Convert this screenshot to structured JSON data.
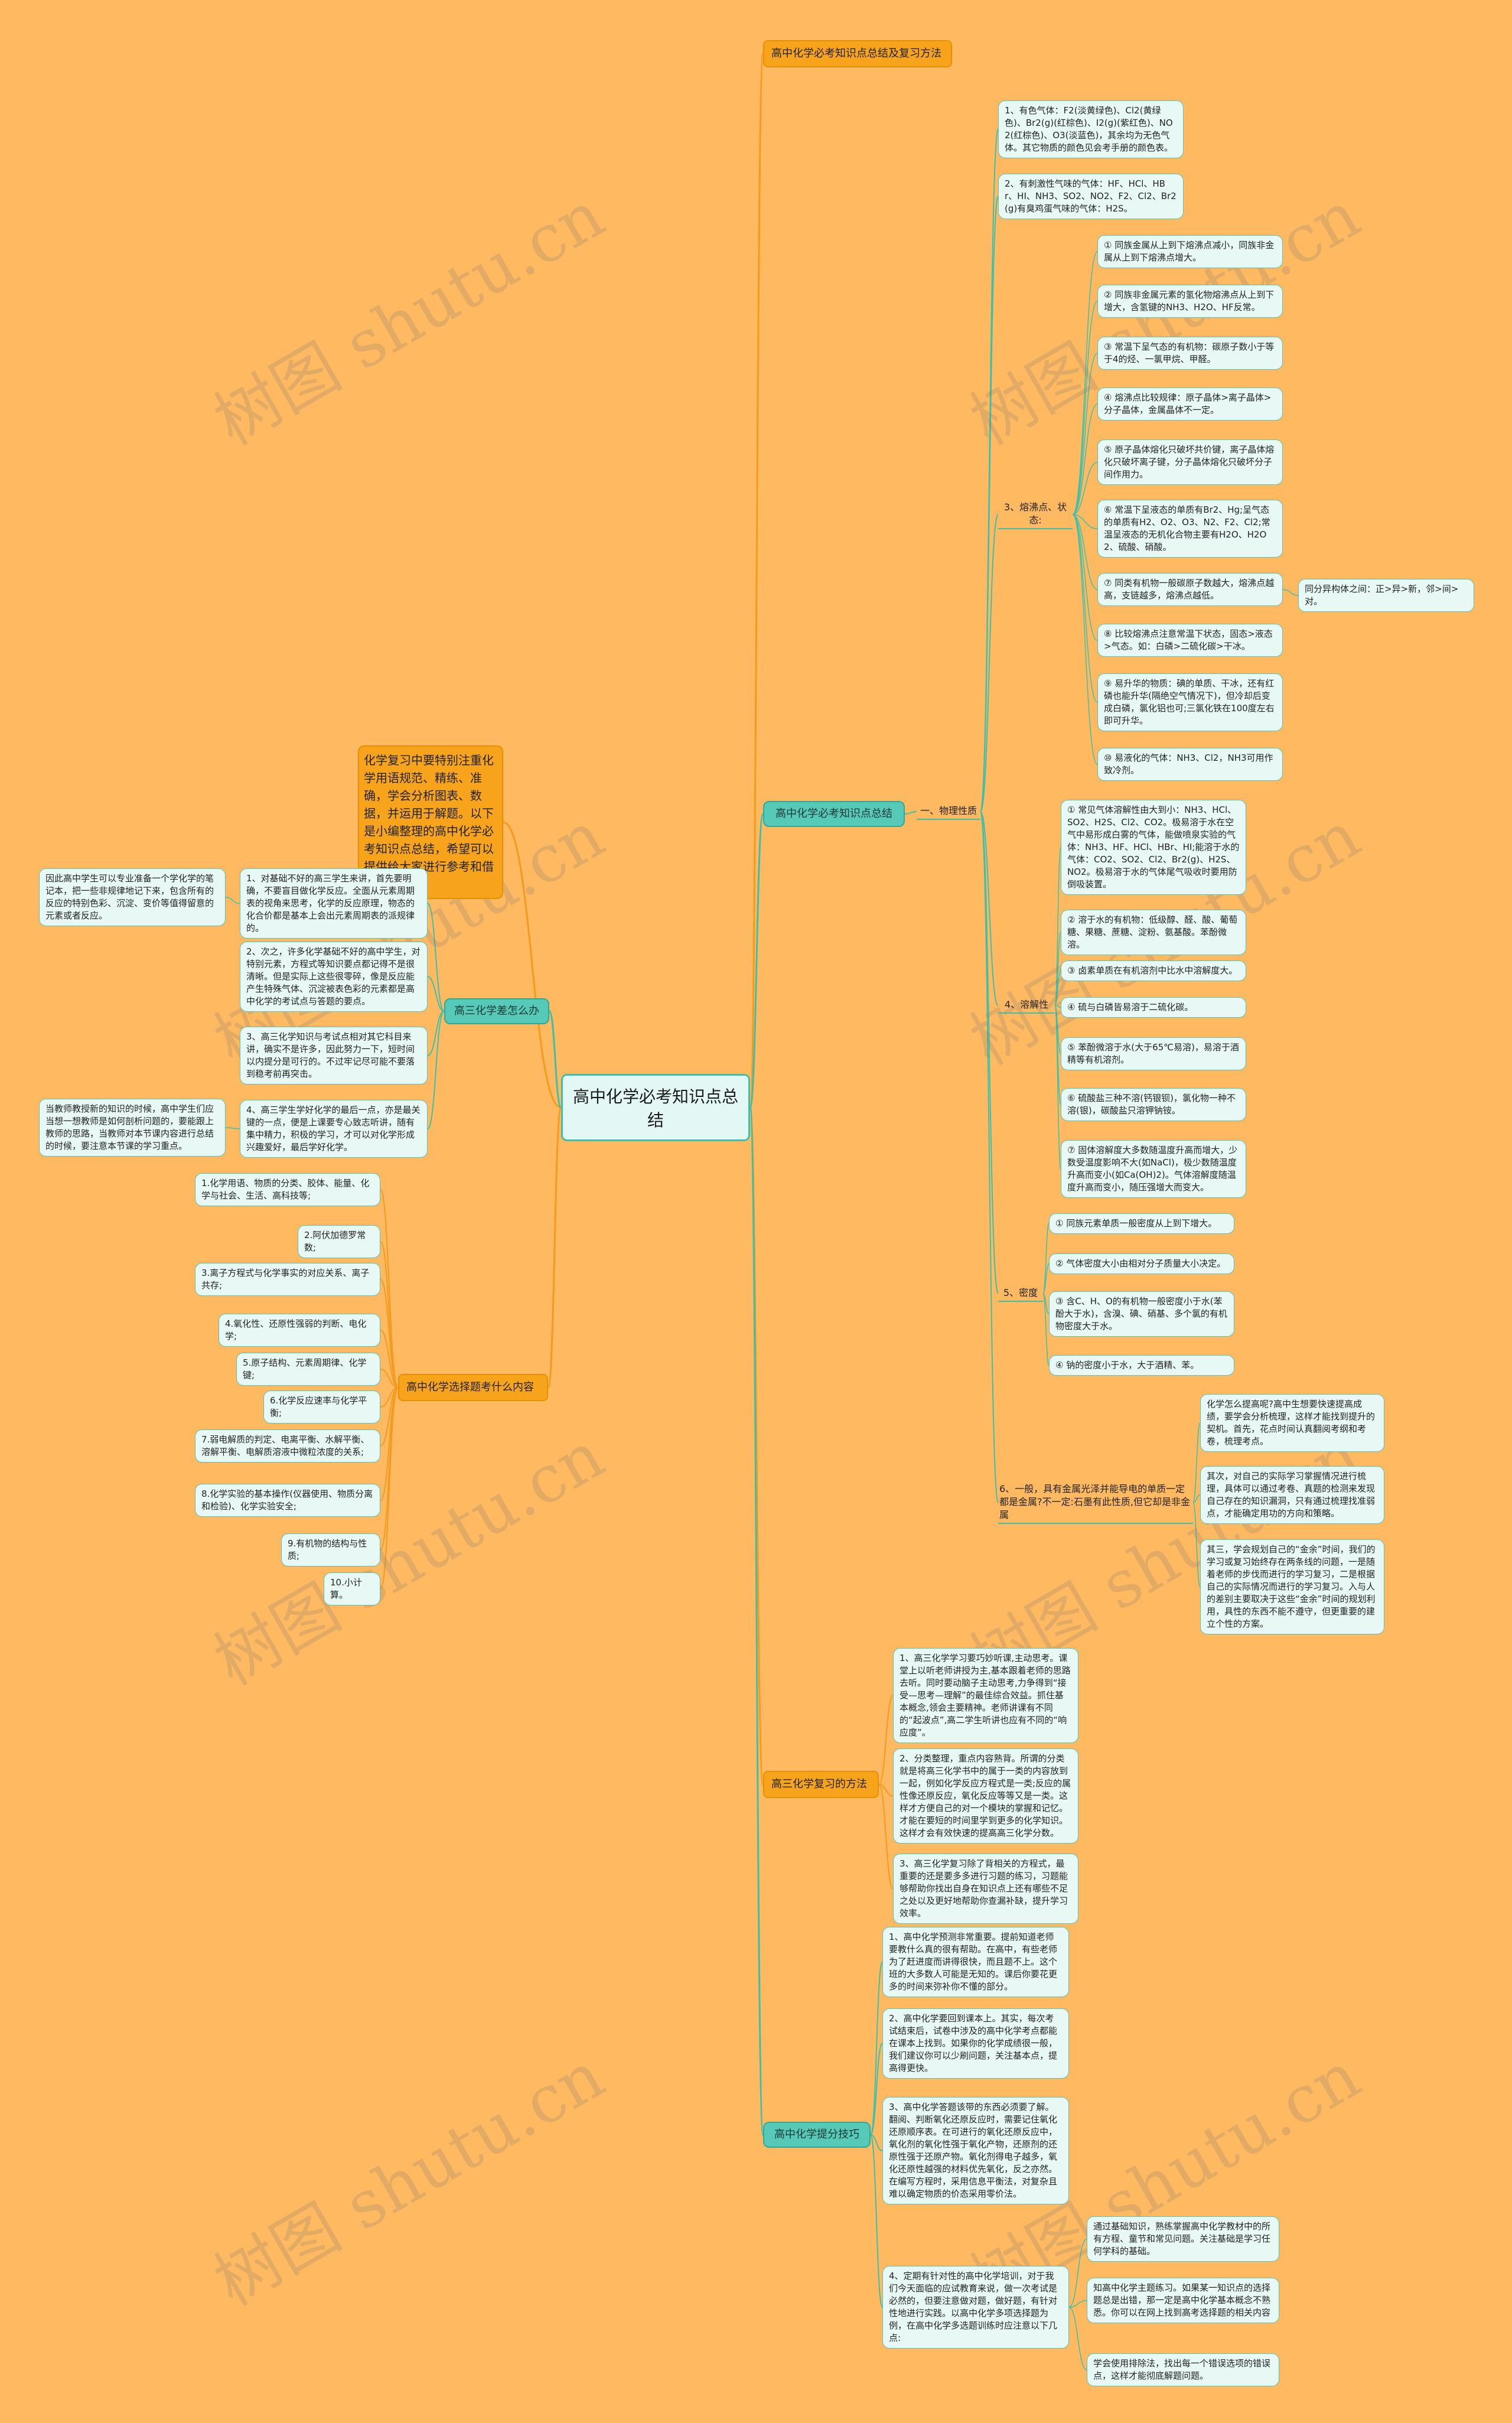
{
  "watermark_text": "树图 shutu.cn",
  "colors": {
    "background": "#ffba61",
    "teal_line": "#3fbfa9",
    "orange_line": "#f59a1d",
    "teal_node": "#56c9b8",
    "orange_node": "#f7a41c"
  },
  "root": {
    "label": "高中化学必考知识点总结"
  },
  "intro": "化学复习中要特别注重化学用语规范、精练、准确，学会分析图表、数据，并运用于解题。以下是小编整理的高中化学必考知识点总结，希望可以提供给大家进行参考和借鉴。",
  "right_branches": {
    "title": "高中化学必考知识点总结及复习方法",
    "knowledge": {
      "label": "高中化学必考知识点总结",
      "physical": "一、物理性质",
      "items": {
        "color": "1、有色气体：F2(淡黄绿色)、Cl2(黄绿色)、Br2(g)(红棕色)、I2(g)(紫红色)、NO2(红棕色)、O3(淡蓝色)，其余均为无色气体。其它物质的颜色见会考手册的颜色表。",
        "smell": "2、有刺激性气味的气体：HF、HCl、HBr、HI、NH3、SO2、NO2、F2、Cl2、Br2(g)有臭鸡蛋气味的气体：H2S。",
        "melting": {
          "label": "3、熔沸点、状态:",
          "subs": [
            "① 同族金属从上到下熔沸点减小，同族非金属从上到下熔沸点增大。",
            "② 同族非金属元素的氢化物熔沸点从上到下增大，含氢键的NH3、H2O、HF反常。",
            "③ 常温下呈气态的有机物：碳原子数小于等于4的烃、一氯甲烷、甲醛。",
            "④ 熔沸点比较规律：原子晶体>离子晶体>分子晶体，金属晶体不一定。",
            "⑤ 原子晶体熔化只破坏共价键，离子晶体熔化只破坏离子键，分子晶体熔化只破坏分子间作用力。",
            "⑥ 常温下呈液态的单质有Br2、Hg;呈气态的单质有H2、O2、O3、N2、F2、Cl2;常温呈液态的无机化合物主要有H2O、H2O2、硫酸、硝酸。",
            "⑦ 同类有机物一般碳原子数越大，熔沸点越高，支链越多，熔沸点越低。",
            "⑧ 比较熔沸点注意常温下状态，固态>液态>气态。如：白磷>二硫化碳>干冰。",
            "⑨ 易升华的物质：碘的单质、干冰，还有红磷也能升华(隔绝空气情况下)，但冷却后变成白磷，氯化铝也可;三氯化铁在100度左右即可升华。",
            "⑩ 易液化的气体：NH3、Cl2，NH3可用作致冷剂。"
          ],
          "isomer": "同分异构体之间：正>异>新，邻>间>对。"
        },
        "solubility": {
          "label": "4、溶解性",
          "subs": [
            "① 常见气体溶解性由大到小：NH3、HCl、SO2、H2S、Cl2、CO2。极易溶于水在空气中易形成白雾的气体，能做喷泉实验的气体：NH3、HF、HCl、HBr、HI;能溶于水的气体：CO2、SO2、Cl2、Br2(g)、H2S、NO2。极易溶于水的气体尾气吸收时要用防倒吸装置。",
            "② 溶于水的有机物：低级醇、醛、酸、葡萄糖、果糖、蔗糖、淀粉、氨基酸。苯酚微溶。",
            "③ 卤素单质在有机溶剂中比水中溶解度大。",
            "④ 硫与白磷皆易溶于二硫化碳。",
            "⑤ 苯酚微溶于水(大于65℃易溶)，易溶于酒精等有机溶剂。",
            "⑥ 硫酸盐三种不溶(钙银钡)，氯化物一种不溶(银)，碳酸盐只溶钾钠铵。",
            "⑦ 固体溶解度大多数随温度升高而增大，少数受温度影响不大(如NaCl)，极少数随温度升高而变小(如Ca(OH)2)。气体溶解度随温度升高而变小，随压强增大而变大。"
          ]
        },
        "density": {
          "label": "5、密度",
          "subs": [
            "① 同族元素单质一般密度从上到下增大。",
            "② 气体密度大小由相对分子质量大小决定。",
            "③ 含C、H、O的有机物一般密度小于水(苯酚大于水)，含溴、碘、硝基、多个氯的有机物密度大于水。",
            "④ 钠的密度小于水，大于酒精、苯。"
          ]
        },
        "metal": {
          "label": "6、一般，具有金属光泽并能导电的单质一定都是金属?不一定:石墨有此性质,但它却是非金属",
          "subs": [
            "化学怎么提高呢?高中生想要快速提高成绩，要学会分析梳理，这样才能找到提升的契机。首先，花点时间认真翻阅考纲和考卷，梳理考点。",
            "其次，对自己的实际学习掌握情况进行梳理，具体可以通过考卷、真题的检测来发现自己存在的知识漏洞，只有通过梳理找准弱点，才能确定用功的方向和策略。",
            "其三，学会规划自己的“金余”时间，我们的学习或复习始终存在两条线的问题，一是随着老师的步伐而进行的学习复习，二是根据自己的实际情况而进行的学习复习。入与人的差别主要取决于这些“金余”时间的规划利用，具性的东西不能不遵守，但更重要的建立个性的方案。"
          ]
        }
      }
    },
    "review": {
      "label": "高三化学复习的方法",
      "subs": [
        "1、高三化学学习要巧妙听课,主动思考。课堂上以听老师讲授为主,基本跟着老师的思路去听。同时要动脑子主动思考,力争得到“接受—思考—理解”的最佳综合效益。抓住基本概念,领会主要精神。老师讲课有不同的“起波点”,高二学生听讲也应有不同的“响应度”。",
        "2、分类整理，重点内容熟背。所谓的分类就是将高三化学书中的属于一类的内容放到一起，例如化学反应方程式是一类;反应的属性像还原反应，氧化反应等等又是一类。这样才方便自己的对一个模块的掌握和记忆。才能在要短的时间里学到更多的化学知识。这样才会有效快速的提高高三化学分数。",
        "3、高三化学复习除了背相关的方程式，最重要的还是要多多进行习题的练习，习题能够帮助你找出自身在知识点上还有哪些不足之处以及更好地帮助你查漏补缺，提升学习效率。"
      ]
    },
    "improve": {
      "label": "高中化学提分技巧",
      "subs": [
        "1、高中化学预测非常重要。提前知道老师要教什么真的很有帮助。在高中，有些老师为了赶进度而讲得很快，而且题不上。这个班的大多数人可能是无知的。课后你要花更多的时间来弥补你不懂的部分。",
        "2、高中化学要回到课本上。其实，每次考试结束后，试卷中涉及的高中化学考点都能在课本上找到。如果你的化学成绩很一般，我们建议你可以少刷问题，关注基本点，提高得更快。",
        "3、高中化学答题该带的东西必须要了解。翻阅、判断氧化还原反应时，需要记住氧化还原顺序表。在可进行的氧化还原反应中，氧化剂的氧化性强于氧化产物，还原剂的还原性强于还原产物。氧化剂得电子越多，氧化还原性越强的材料优先氧化，反之亦然。在编写方程时，采用信息平衡法，对复杂且难以确定物质的价态采用零价法。",
        "4、定期有针对性的高中化学培训，对于我们今天面临的应试教育来说，做一次考试是必然的，但要注意做对题，做好题，有针对性地进行实践。以高中化学多项选择题为例，在高中化学多选题训练时应注意以下几点:"
      ],
      "sub4_children": [
        "通过基础知识，熟练掌握高中化学教材中的所有方程、童节和常见问题。关注基础是学习任何学科的基础。",
        "知高中化学主题练习。如果某一知识点的选择题总是出错，那一定是高中化学基本概念不熟悉。你可以在网上找到高考选择题的相关内容",
        "学会使用排除法，找出每一个错误选项的错误点，这样才能彻底解题问题。"
      ]
    }
  },
  "left_branches": {
    "how": {
      "label": "高三化学差怎么办",
      "subs": [
        "1、对基础不好的高三学生来讲，首先要明确，不要盲目做化学反应。全面从元素周期表的视角来思考，化学的反应原理，物态的化合价都是基本上会出元素周期表的派规律的。",
        "2、次之，许多化学基础不好的高中学生，对特别元素，方程式等知识要点都记得不是很清晰。但是实际上这些很零碎，像是反应能产生特殊气体、沉淀被表色彩的元素都是高中化学的考试点与答题的要点。",
        "3、高三化学知识与考试点相对其它科目来讲，确实不是许多，因此努力一下，短时间以内提分是可行的。不过牢记尽可能不要落到稳考前再突击。",
        "4、高三学生学好化学的最后一点，亦是最关键的一点，便是上课要专心致志听讲，随有集中精力，积极的学习，才可以对化学形成兴趣爱好，最后学好化学。"
      ],
      "left_notes": [
        "因此高中学生可以专业准备一个学化学的笔记本，把一些非规律地记下来，包含所有的反应的特别色彩、沉淀、变价等值得留意的元素或者反应。",
        "当教师教授新的知识的时候，高中学生们应当想一想教师是如何剖析问题的，要能跟上教师的思路，当教师对本节课内容进行总结的时候，要注意本节课的学习重点。"
      ]
    },
    "exam": {
      "label": "高中化学选择题考什么内容",
      "subs": [
        "1.化学用语、物质的分类、胶体、能量、化学与社会、生活、高科技等;",
        "2.阿伏加德罗常数;",
        "3.离子方程式与化学事实的对应关系、离子共存;",
        "4.氧化性、还原性强弱的判断、电化学;",
        "5.原子结构、元素周期律、化学键;",
        "6.化学反应速率与化学平衡;",
        "7.弱电解质的判定、电离平衡、水解平衡、溶解平衡、电解质溶液中微粒浓度的关系;",
        "8.化学实验的基本操作(仪器使用、物质分离和检验)、化学实验安全;",
        "9.有机物的结构与性质;",
        "10.小计算。"
      ]
    }
  }
}
